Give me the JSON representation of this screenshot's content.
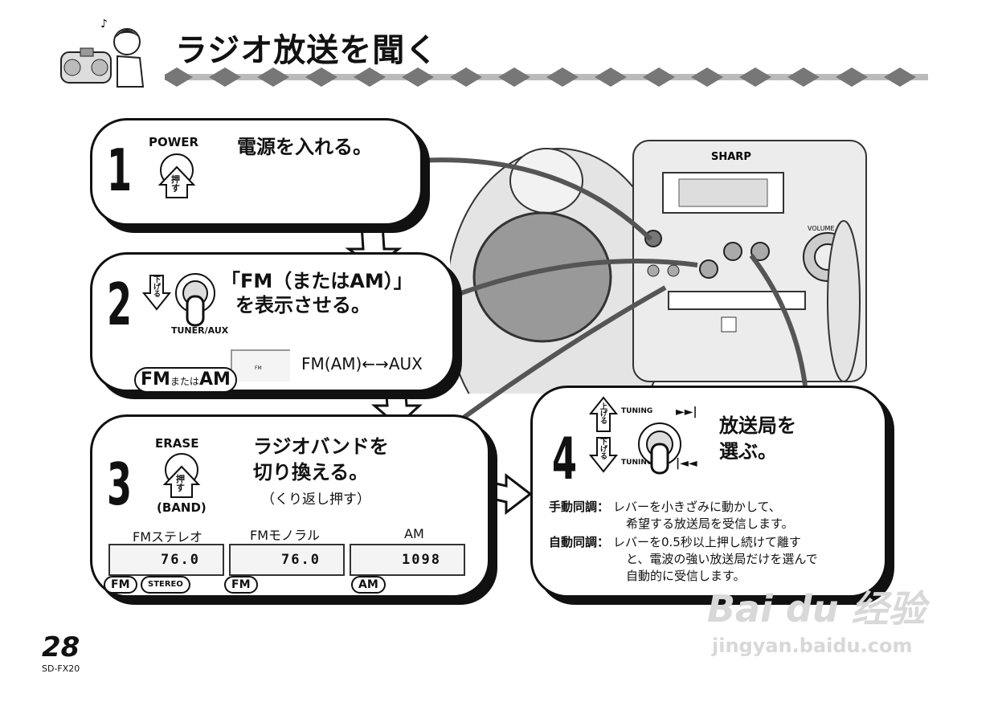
{
  "page": {
    "title": "ラジオ放送を聞く",
    "page_number": "28",
    "model": "SD-FX20"
  },
  "step1": {
    "number": "1",
    "button_label": "POWER",
    "button_text": "押す",
    "instruction": "電源を入れる。"
  },
  "step2": {
    "number": "2",
    "lever_hint": "下げる",
    "lever_label": "TUNER/AUX",
    "instruction_line1": "「FM（またはAM）」",
    "instruction_line2": "を表示させる。",
    "display_fm": "FM",
    "display_or": "または",
    "display_am": "AM",
    "display_small": "FM",
    "cycle": "FM(AM)←→AUX"
  },
  "step3": {
    "number": "3",
    "button_label": "ERASE",
    "button_text": "押す",
    "button_sub": "(BAND)",
    "instruction_line1": "ラジオバンドを",
    "instruction_line2": "切り換える。",
    "note": "（くり返し押す）",
    "displays": [
      {
        "label": "FMステレオ",
        "value": "76.0",
        "badges": [
          "FM",
          "STEREO"
        ]
      },
      {
        "label": "FMモノラル",
        "value": "76.0",
        "badges": [
          "FM"
        ]
      },
      {
        "label": "AM",
        "value": "1098",
        "badges": [
          "AM"
        ]
      }
    ]
  },
  "step4": {
    "number": "4",
    "up_hint": "上げる",
    "down_hint": "下げる",
    "tuning_label": "TUNING",
    "instruction_line1": "放送局を",
    "instruction_line2": "選ぶ。",
    "manual_term": "手動同調：",
    "manual_line1": "レバーを小きざみに動かして、",
    "manual_line2": "希望する放送局を受信します。",
    "auto_term": "自動同調：",
    "auto_line1": "レバーを0.5秒以上押し続けて離す",
    "auto_line2": "と、電波の強い放送局だけを選んで",
    "auto_line3": "自動的に受信します。"
  },
  "device": {
    "brand": "SHARP",
    "volume_label": "VOLUME"
  },
  "watermark": {
    "brand": "Bai du 经验",
    "url": "jingyan.baidu.com"
  },
  "colors": {
    "ink": "#111111",
    "device_gray": "#cfcfcf",
    "watermark": "#d8d8d8"
  }
}
